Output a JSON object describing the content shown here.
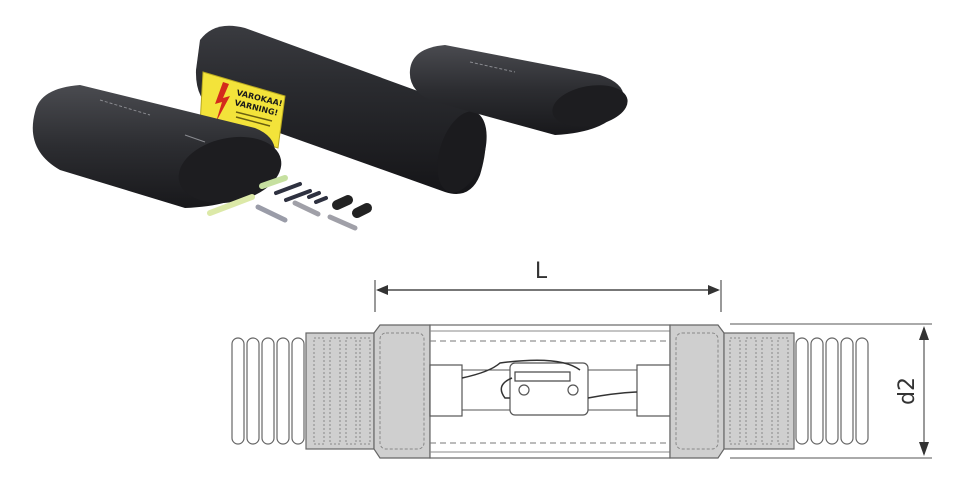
{
  "photo": {
    "description": "Heat-shrink cable joint kit",
    "warning_label": {
      "line1": "VAROKAA!",
      "line2": "VARNING!",
      "background": "#f3e33a",
      "symbol_color": "#d42a1c"
    },
    "sleeve_color": "#2b2c30"
  },
  "drawing": {
    "dimension_length_label": "L",
    "dimension_diameter_label": "d2",
    "line_color": "#555555",
    "fill_gray": "#cfcfcf"
  }
}
